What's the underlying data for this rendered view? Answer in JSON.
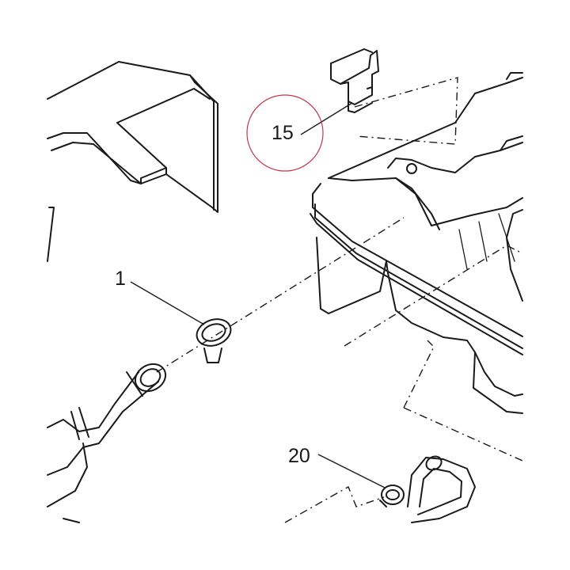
{
  "callouts": {
    "part_15": "15",
    "part_1": "1",
    "part_20": "20"
  },
  "colors": {
    "line": "#1a1a1a",
    "highlight_circle": "#c0344a",
    "background": "#ffffff"
  }
}
